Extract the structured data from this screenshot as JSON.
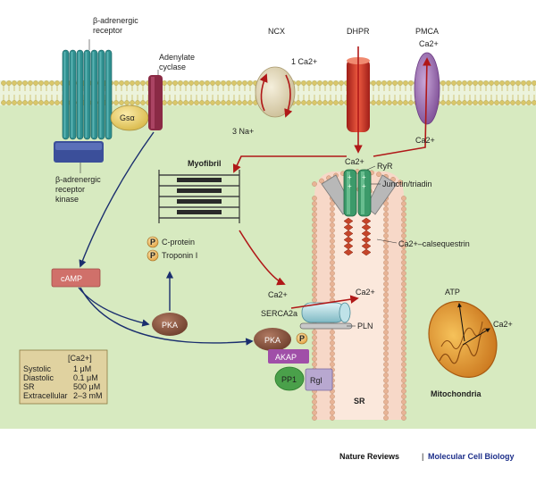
{
  "labels": {
    "beta_receptor": [
      "β-adrenergic",
      "receptor"
    ],
    "adenylate_cyclase": [
      "Adenylate",
      "cyclase"
    ],
    "gsa": "Gsα",
    "barK": [
      "β-adrenergic",
      "receptor",
      "kinase"
    ],
    "ncx": "NCX",
    "one_ca": "1 Ca2+",
    "three_na": "3 Na+",
    "dhpr": "DHPR",
    "pmca": "PMCA",
    "pmca_ca": "Ca2+",
    "ca_center": "Ca2+",
    "ca_right": "Ca2+",
    "myofibril": "Myofibril",
    "ryr": "RyR",
    "junctin": "Junctin/triadin",
    "calsequestrin": "Ca2+–calsequestrin",
    "c_protein": "C-protein",
    "troponin": "Troponin I",
    "p": "P",
    "camp": "cAMP",
    "pka1": "PKA",
    "pka2": "PKA",
    "ca_sr_left": "Ca2+",
    "ca_sr_right": "Ca2+",
    "serca": "SERCA2a",
    "pln": "PLN",
    "akap": "AKAP",
    "pp1": "PP1",
    "rgl": "Rgl",
    "sr": "SR",
    "atp": "ATP",
    "ca_mito": "Ca2+",
    "mitochondria": "Mitochondria"
  },
  "ca_table": {
    "header": "[Ca2+]",
    "rows": [
      {
        "name": "Systolic",
        "value": "1 μM"
      },
      {
        "name": "Diastolic",
        "value": "0.1 μM"
      },
      {
        "name": "SR",
        "value": "500 μM"
      },
      {
        "name": "Extracellular",
        "value": "2–3 mM"
      }
    ]
  },
  "credit": {
    "journal": "Nature Reviews",
    "separator": "|",
    "section": "Molecular Cell Biology"
  },
  "colors": {
    "cytoplasm": "#d7eac0",
    "membrane_head": "#d9c76a",
    "receptor": "#2f8f8f",
    "kinase": "#3b4f9a",
    "gsa": "#f0d870",
    "cyclase": "#8a2a45",
    "ncx": "#e6dcc0",
    "dhpr": "#d8352a",
    "pmca": "#9a6ab0",
    "ryr": "#3c9a6a",
    "calsequestrin": "#c5452a",
    "pka": "#8a5540",
    "camp": "#d0706a",
    "akap": "#a04fa8",
    "pp1": "#4aa04a",
    "rgl": "#b8a8d0",
    "serca": "#a8d4dc",
    "sr": "#f7d8c8",
    "mito": "#e89a2a",
    "arrow_red": "#b01818",
    "arrow_blue": "#1a2e6e",
    "table_bg": "#e0d2a0"
  }
}
